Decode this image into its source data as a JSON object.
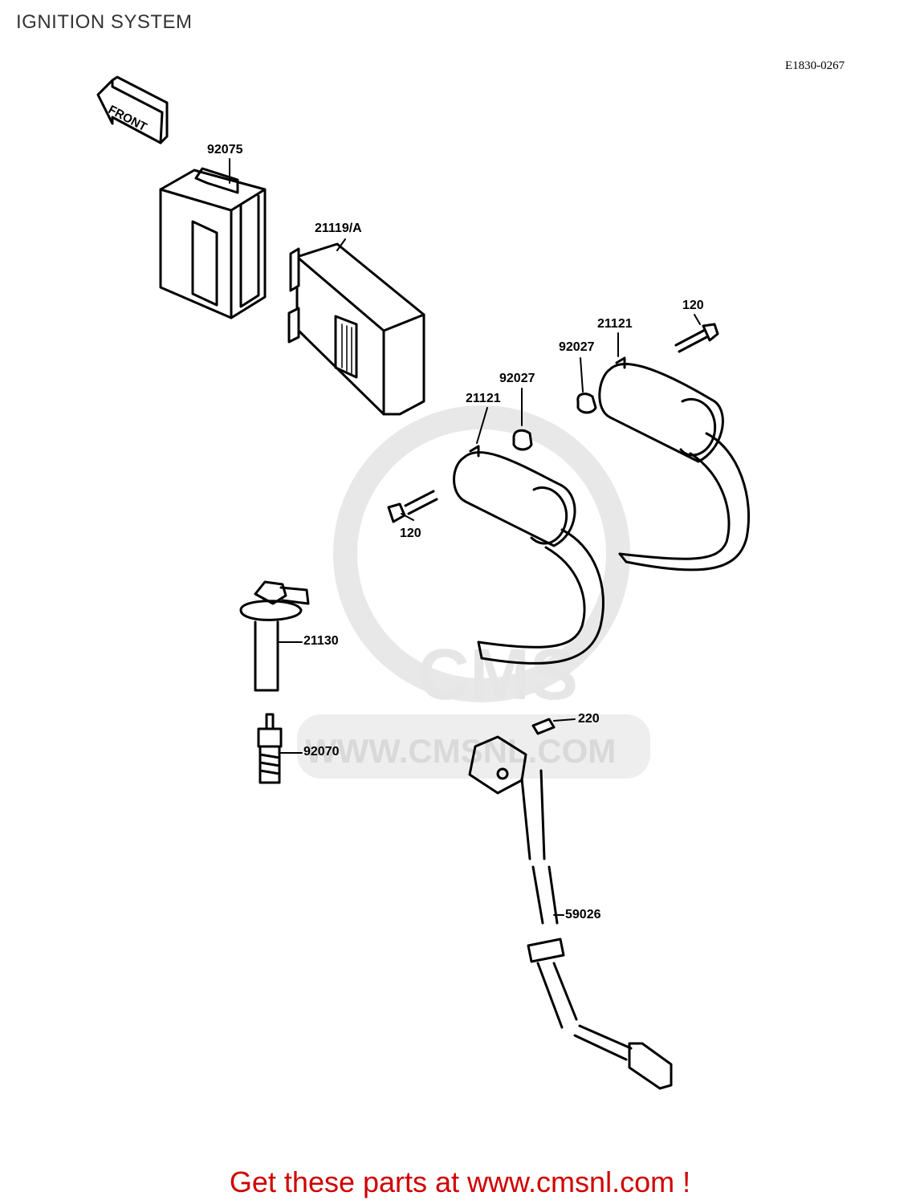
{
  "page": {
    "title": "IGNITION SYSTEM",
    "diagram_code": "E1830-0267",
    "promo_text": "Get these parts at www.cmsnl.com !"
  },
  "front_arrow": {
    "label": "FRONT"
  },
  "watermark": {
    "brand": "CMS",
    "url": "WWW.CMSNL.COM"
  },
  "callouts": {
    "c92075": "92075",
    "c21119": "21119/A",
    "c120a": "120",
    "c21121a": "21121",
    "c92027a": "92027",
    "c92027b": "92027",
    "c21121b": "21121",
    "c120b": "120",
    "c21130": "21130",
    "c92070": "92070",
    "c220": "220",
    "c59026": "59026"
  },
  "colors": {
    "promo": "#d00000",
    "line": "#000000",
    "watermark": "#e6e6e6"
  }
}
